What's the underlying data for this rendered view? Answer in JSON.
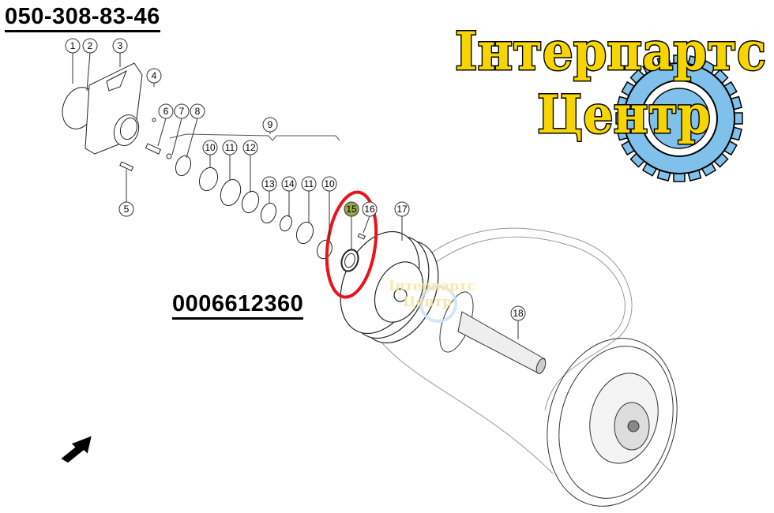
{
  "phone": "050-308-83-46",
  "part_number": "0006612360",
  "logo": {
    "line1": "Інтерпартс",
    "line2": "Центр",
    "yellow": "#f7d500",
    "gear_blue": "#7fc1ea"
  },
  "watermark": {
    "line1": "Інтерпартс",
    "line2": "Центр"
  },
  "highlight": {
    "callout": "15",
    "ring_color": "#e8141b",
    "fill": "#9aa84a"
  },
  "callouts": [
    "1",
    "2",
    "3",
    "4",
    "5",
    "6",
    "7",
    "8",
    "9",
    "10",
    "11",
    "12",
    "13",
    "14",
    "11",
    "10",
    "15",
    "16",
    "17",
    "18"
  ],
  "arrow_icon": "direction-arrow"
}
